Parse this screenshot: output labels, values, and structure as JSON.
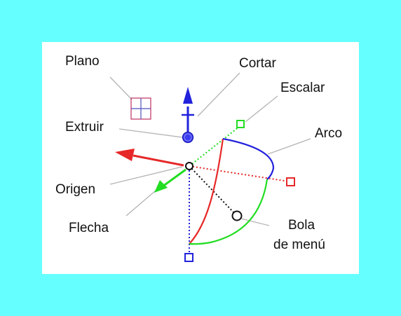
{
  "labels": {
    "plano": "Plano",
    "cortar": "Cortar",
    "escalar": "Escalar",
    "extruir": "Extruir",
    "arco": "Arco",
    "origen": "Origen",
    "flecha": "Flecha",
    "bola_line1": "Bola",
    "bola_line2": "de menú"
  },
  "colors": {
    "background": "#66ffff",
    "panel": "#ffffff",
    "x_axis": "#e62828",
    "y_axis": "#22dd22",
    "z_axis": "#2222dd",
    "leader": "#b4b4b4",
    "plane_icon": "#c03060"
  },
  "icons": [
    "plane-icon",
    "cut-handle",
    "extrude-handle",
    "scale-handle",
    "arc-handle",
    "origin-handle",
    "arrow-handle",
    "menu-ball-handle"
  ]
}
